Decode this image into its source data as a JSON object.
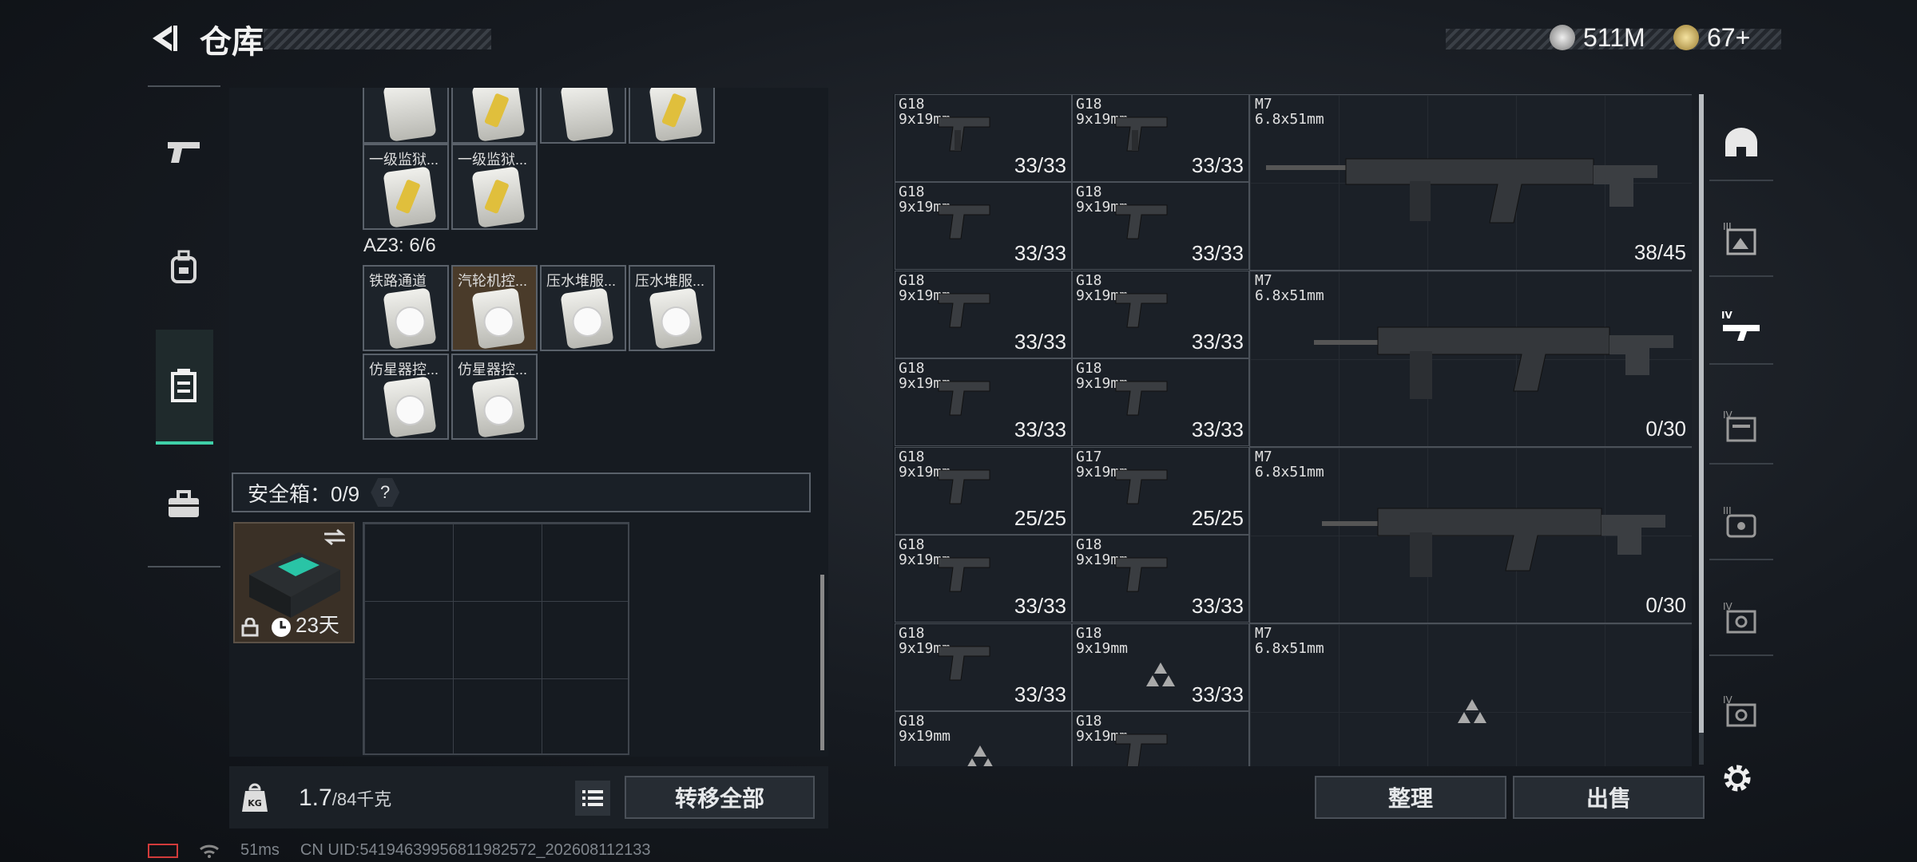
{
  "header": {
    "title": "仓库",
    "currency1": "511M",
    "currency2": "67+"
  },
  "warehouse": {
    "top_row_labels": [
      "",
      "",
      "",
      ""
    ],
    "row2_labels": [
      "一级监狱...",
      "一级监狱..."
    ],
    "az3_label": "AZ3: 6/6",
    "az3_row1": [
      "铁路通道",
      "汽轮机控...",
      "压水堆服...",
      "压水堆服..."
    ],
    "az3_row2": [
      "仿星器控...",
      "仿星器控..."
    ],
    "safe_label": "安全箱：0/9",
    "safe_help": "?",
    "safe_timer": "23天"
  },
  "footer": {
    "weight_value": "1.7",
    "weight_max": "/84千克",
    "kg_icon": "KG",
    "transfer_all": "转移全部",
    "sort": "整理",
    "sell": "出售"
  },
  "status": {
    "ping": "51ms",
    "uid": "CN UID:54194639956811982572_202608112133"
  },
  "items": {
    "c00": {
      "name": "G18\n9x19mm",
      "ammo": "33/33"
    },
    "c01": {
      "name": "G18\n9x19mm",
      "ammo": "33/33"
    },
    "c10": {
      "name": "G18\n9x19mm",
      "ammo": "33/33"
    },
    "c11": {
      "name": "G18\n9x19mm",
      "ammo": "33/33"
    },
    "c20": {
      "name": "G18\n9x19mm",
      "ammo": "33/33"
    },
    "c21": {
      "name": "G18\n9x19mm",
      "ammo": "33/33"
    },
    "c30": {
      "name": "G18\n9x19mm",
      "ammo": "33/33"
    },
    "c31": {
      "name": "G18\n9x19mm",
      "ammo": "33/33"
    },
    "c40": {
      "name": "G18\n9x19mm",
      "ammo": "25/25"
    },
    "c41": {
      "name": "G17\n9x19mm",
      "ammo": "25/25"
    },
    "c50": {
      "name": "G18\n9x19mm",
      "ammo": "33/33"
    },
    "c51": {
      "name": "G18\n9x19mm",
      "ammo": "33/33"
    },
    "c60": {
      "name": "G18\n9x19mm",
      "ammo": "33/33"
    },
    "c61": {
      "name": "G18\n9x19mm",
      "ammo": "33/33"
    },
    "c70": {
      "name": "G18\n9x19mm",
      "ammo": ""
    },
    "c71": {
      "name": "G18\n9x19mm",
      "ammo": ""
    },
    "m7a": {
      "name": "M7\n6.8x51mm",
      "ammo": "38/45"
    },
    "m7b": {
      "name": "M7\n6.8x51mm",
      "ammo": "0/30"
    },
    "m7c": {
      "name": "M7\n6.8x51mm",
      "ammo": "0/30"
    },
    "m7d": {
      "name": "M7\n6.8x51mm",
      "ammo": ""
    }
  },
  "colors": {
    "accent": "#3fd0a8",
    "panel": "#161b21",
    "border": "#4b5159"
  }
}
